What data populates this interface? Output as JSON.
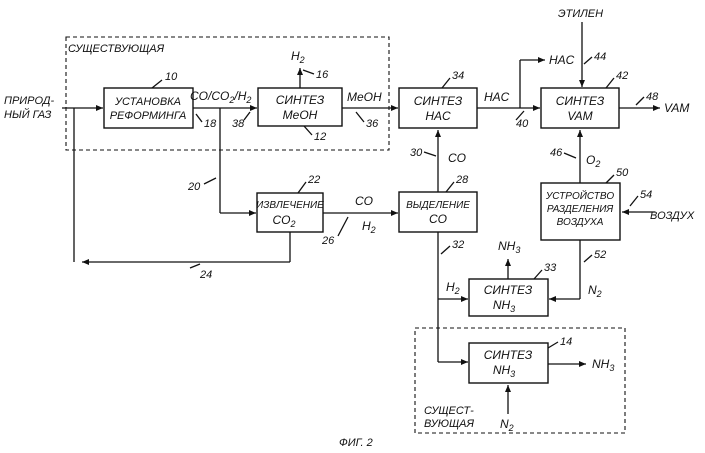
{
  "regions": {
    "existing_top": "СУЩЕСТВУЮЩАЯ",
    "existing_bottom_1": "СУЩЕСТ-",
    "existing_bottom_2": "ВУЮЩАЯ"
  },
  "inputs": {
    "natural_gas_1": "ПРИРОД-",
    "natural_gas_2": "НЫЙ ГАЗ",
    "ethylene": "ЭТИЛЕН",
    "air": "ВОЗДУХ"
  },
  "boxes": {
    "reforming": {
      "line1": "УСТАНОВКА",
      "line2": "РЕФОРМИНГА",
      "ref": "10"
    },
    "meoh": {
      "line1": "СИНТЕЗ",
      "line2": "MeOH",
      "ref": "12"
    },
    "hac": {
      "line1": "СИНТЕЗ",
      "line2": "HAC",
      "ref": "34"
    },
    "vam": {
      "line1": "СИНТЕЗ",
      "line2": "VAM",
      "ref": "42"
    },
    "co2_recovery": {
      "line1": "ИЗВЛЕЧЕНИЕ",
      "line2": "CO",
      "sub": "2",
      "ref": "22"
    },
    "co_separation": {
      "line1": "ВЫДЕЛЕНИЕ",
      "line2": "CO",
      "ref": "28"
    },
    "air_separation": {
      "line1": "УСТРОЙСТВО",
      "line2": "РАЗДЕЛЕНИЯ",
      "line3": "ВОЗДУХА",
      "ref": "50"
    },
    "nh3_new": {
      "line1": "СИНТЕЗ",
      "line2": "NH",
      "sub": "3",
      "ref": "33"
    },
    "nh3_existing": {
      "line1": "СИНТЕЗ",
      "line2": "NH",
      "sub": "3",
      "ref": "14"
    }
  },
  "streams": {
    "syngas": "CO/CO",
    "syngas_sub": "2",
    "syngas_tail": "/H",
    "syngas_sub2": "2",
    "h2_top": "H",
    "h2_top_sub": "2",
    "meoh": "MeOH",
    "hac_out": "HAC",
    "hac_side": "HAC",
    "vam_out": "VAM",
    "co_up": "CO",
    "co_mid": "CO",
    "h2_mid": "H",
    "h2_mid_sub": "2",
    "o2": "O",
    "o2_sub": "2",
    "nh3_top": "NH",
    "nh3_top_sub": "3",
    "h2_nh3": "H",
    "h2_nh3_sub": "2",
    "n2_new": "N",
    "n2_new_sub": "2",
    "nh3_out": "NH",
    "nh3_out_sub": "3",
    "n2_exist": "N",
    "n2_exist_sub": "2"
  },
  "refs": {
    "r16": "16",
    "r18": "18",
    "r38": "38",
    "r36": "36",
    "r40": "40",
    "r44": "44",
    "r48": "48",
    "r30": "30",
    "r46": "46",
    "r20": "20",
    "r26": "26",
    "r32": "32",
    "r54": "54",
    "r52": "52",
    "r24": "24"
  },
  "caption": "ФИГ. 2"
}
